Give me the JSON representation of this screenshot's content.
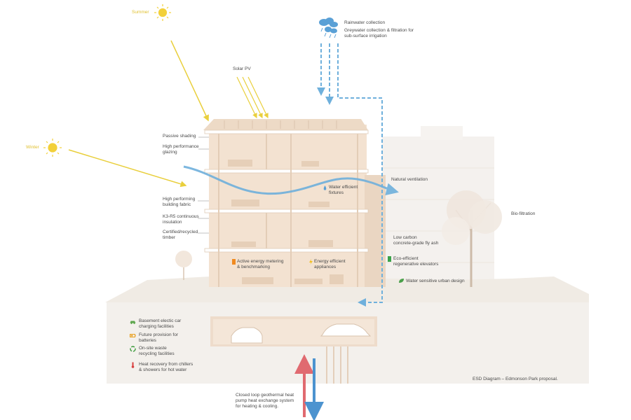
{
  "suns": {
    "summer": "Summer",
    "winter": "Winter"
  },
  "labels": {
    "solar_pv": "Solar PV",
    "passive_shading": "Passive shading",
    "high_performance_glazing": "High performance\nglazing",
    "high_performing_fabric": "High performing\nbuilding fabric",
    "insulation": "K3-R5 continuous\ninsulation",
    "timber": "Certified/recycled\ntimber",
    "rainwater": "Rainwater collection",
    "greywater": "Greywater collection & filtration for\nsub-surface irrigation",
    "natural_ventilation": "Natural ventilation",
    "water_fixtures": "Water efficient\nfixtures",
    "bio_filtration": "Bio-filtration",
    "low_carbon": "Low carbon\nconcrete-grade fly ash",
    "elevators": "Eco-efficient\nregenerative elevators",
    "energy_metering": "Active energy metering\n& benchmarking",
    "appliances": "Energy efficient\nappliances",
    "wsud": "Water sensitive urban design",
    "geothermal": "Closed loop geothermal heat\npump heat exchange system\nfor heating & cooling.",
    "caption": "ESD Diagram – Edmonson Park proposal."
  },
  "legend": [
    {
      "icon": "car-icon",
      "color": "#5aa54a",
      "text": "Basement electic car\ncharging facilities"
    },
    {
      "icon": "battery-icon",
      "color": "#e8a020",
      "text": "Future provision for\nbatteries"
    },
    {
      "icon": "recycle-icon",
      "color": "#3a9a3a",
      "text": "On-site waste\nrecycling facilities"
    },
    {
      "icon": "thermometer-icon",
      "color": "#d84040",
      "text": "Heat recovery from chillers\n& showers for hot water"
    }
  ],
  "colors": {
    "sun": "#f2d03a",
    "sun_ray": "#e9cf3c",
    "water": "#6fb0dc",
    "hot": "#e06a70",
    "cold": "#4c93cf",
    "building": "#f1ddca",
    "ground": "#f3eee8"
  }
}
